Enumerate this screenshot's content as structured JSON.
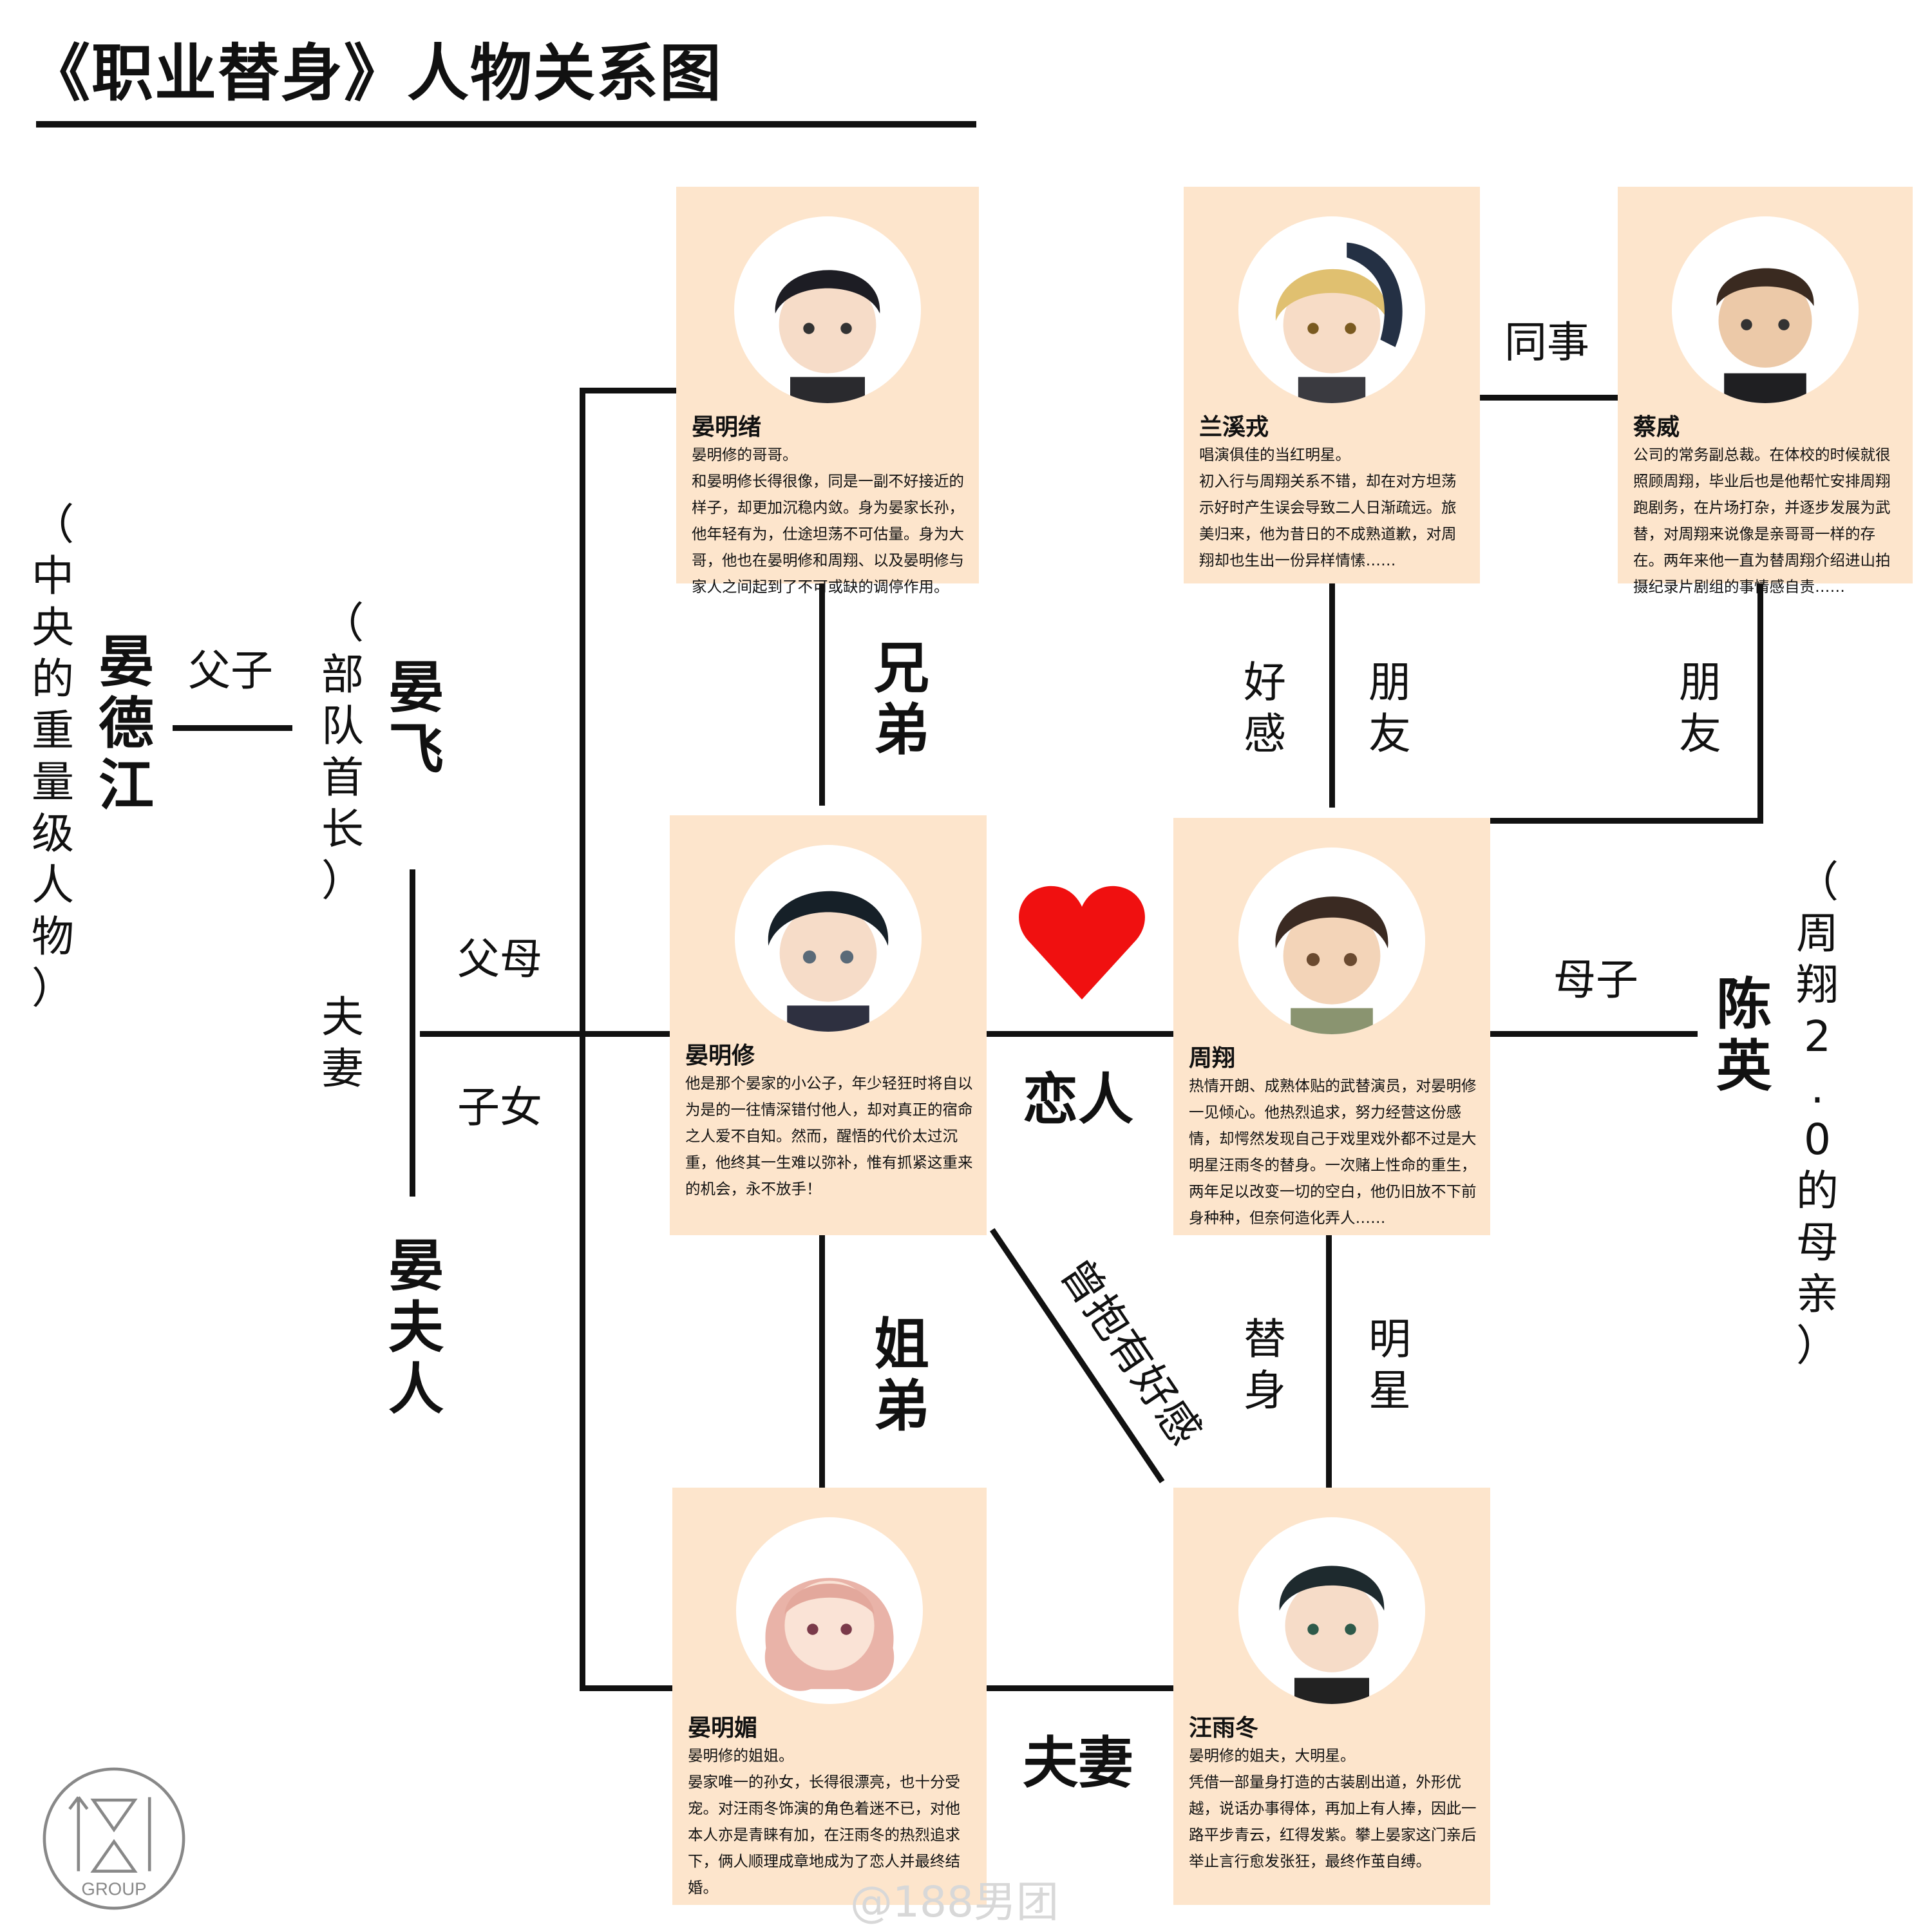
{
  "title": "《职业替身》人物关系图",
  "people": {
    "yan_dejiang": {
      "name": "晏德江",
      "note": "（中央的重量级人物）"
    },
    "yan_fei": {
      "name": "晏飞",
      "note": "（部队首长）"
    },
    "yan_furen": {
      "name": "晏夫人"
    },
    "chen_ying": {
      "name": "陈英",
      "note": "（周翔2.0的母亲）"
    }
  },
  "cards": {
    "ming_xu": {
      "name": "晏明绪",
      "desc": "晏明修的哥哥。\n和晏明修长得很像，同是一副不好接近的样子，却更加沉稳内敛。身为晏家长孙，他年轻有为，仕途坦荡不可估量。身为大哥，他也在晏明修和周翔、以及晏明修与家人之间起到了不可或缺的调停作用。"
    },
    "lan_xixu": {
      "name": "兰溪戎",
      "desc": "唱演俱佳的当红明星。\n初入行与周翔关系不错，却在对方坦荡示好时产生误会导致二人日渐疏远。旅美归来，他为昔日的不成熟道歉，对周翔却也生出一份异样情愫……"
    },
    "cai_wei": {
      "name": "蔡威",
      "desc": "公司的常务副总裁。在体校的时候就很照顾周翔，毕业后也是他帮忙安排周翔跑剧务，在片场打杂，并逐步发展为武替，对周翔来说像是亲哥哥一样的存在。两年来他一直为替周翔介绍进山拍摄纪录片剧组的事情感自责……"
    },
    "ming_xiu": {
      "name": "晏明修",
      "desc": "他是那个晏家的小公子，年少轻狂时将自以为是的一往情深错付他人，却对真正的宿命之人爱不自知。然而，醒悟的代价太过沉重，他终其一生难以弥补，惟有抓紧这重来的机会，永不放手！"
    },
    "zhou_xiang": {
      "name": "周翔",
      "desc": "热情开朗、成熟体贴的武替演员，对晏明修一见倾心。他热烈追求，努力经营这份感情，却愕然发现自己于戏里戏外都不过是大明星汪雨冬的替身。一次赌上性命的重生，两年足以改变一切的空白，他仍旧放不下前身种种，但奈何造化弄人……"
    },
    "ming_mei": {
      "name": "晏明媚",
      "desc": "晏明修的姐姐。\n晏家唯一的孙女，长得很漂亮，也十分受宠。对汪雨冬饰演的角色着迷不已，对他本人亦是青睐有加，在汪雨冬的热烈追求下，俩人顺理成章地成为了恋人并最终结婚。"
    },
    "wang_yudong": {
      "name": "汪雨冬",
      "desc": "晏明修的姐夫，大明星。\n凭借一部量身打造的古装剧出道，外形优越，说话办事得体，再加上有人捧，因此一路平步青云，红得发紫。攀上晏家这门亲后举止言行愈发张狂，最终作茧自缚。"
    }
  },
  "relations": {
    "fu_zi": "父子",
    "fu_mu": "父母",
    "fu_qi_left": "夫妻",
    "zi_nv": "子女",
    "xiong_di": "兄弟",
    "jie_di": "姐弟",
    "lian_ren": "恋人",
    "fu_qi": "夫妻",
    "tong_shi": "同事",
    "hao_gan": "好感",
    "peng_you_1": "朋友",
    "peng_you_2": "朋友",
    "mu_zi": "母子",
    "ti_shen": "替身",
    "ming_xing": "明星",
    "ceng_bao": "曾抱有好感"
  },
  "logo_text": "GROUP",
  "watermark": "@188男团",
  "colors": {
    "card_bg": "#fde5cc",
    "heart": "#f01010",
    "line": "#111111"
  }
}
